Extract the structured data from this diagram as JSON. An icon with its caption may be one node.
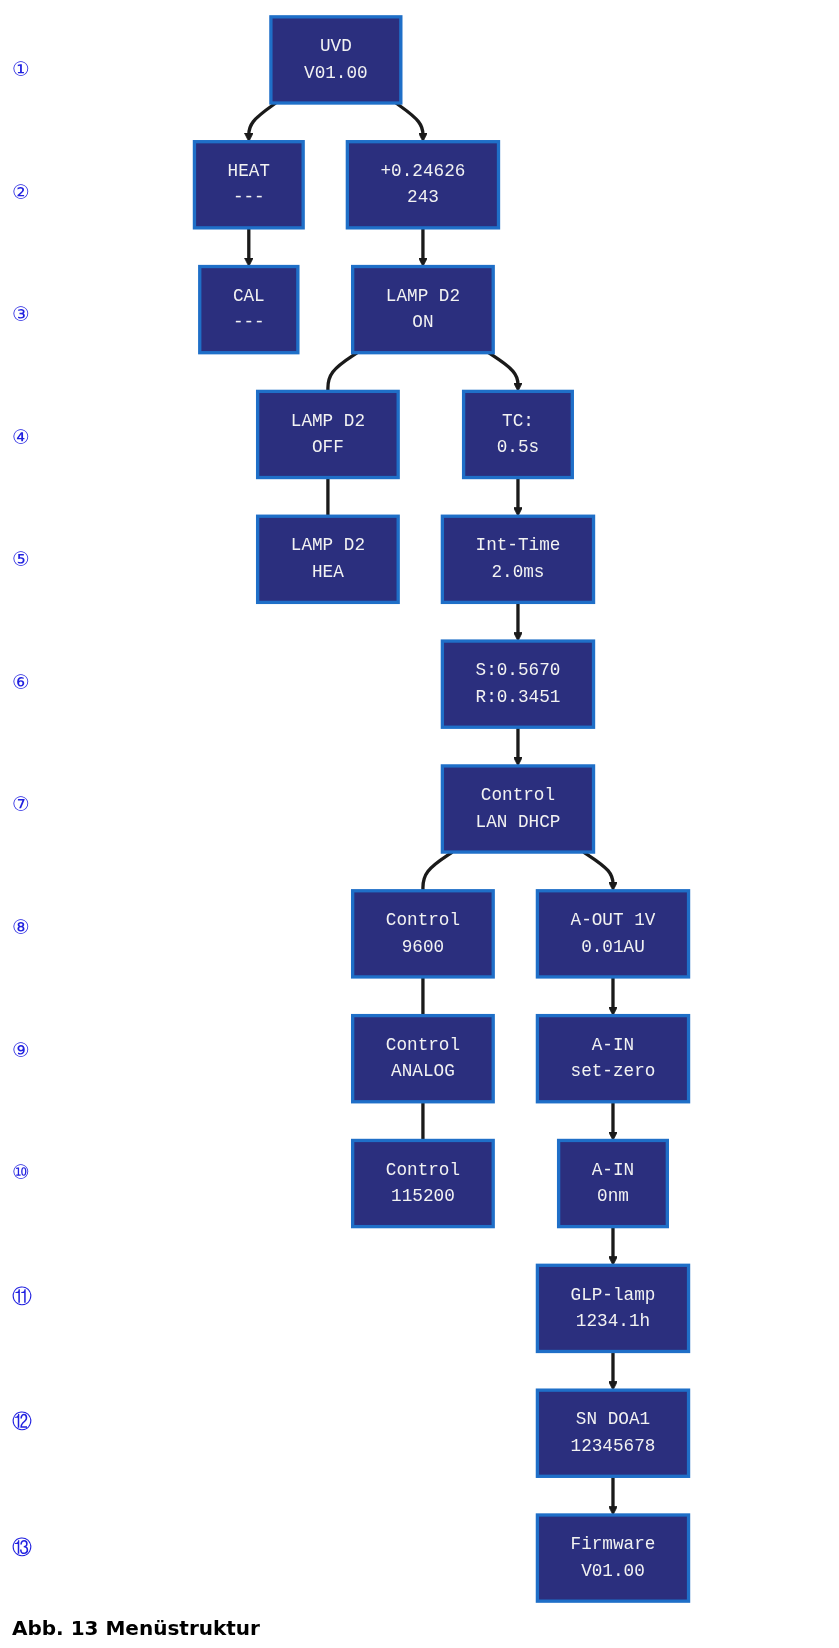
{
  "diagram": {
    "caption": "Abb. 13 Menüstruktur",
    "nodes": [
      {
        "text": [
          "UVD",
          "V01.00"
        ]
      },
      {
        "text": [
          "HEAT",
          "---"
        ]
      },
      {
        "text": [
          "CAL",
          "---"
        ]
      },
      {
        "text": [
          "+0.24626",
          "243"
        ]
      },
      {
        "text": [
          "LAMP D2",
          "ON"
        ]
      },
      {
        "text": [
          "LAMP D2",
          "OFF"
        ]
      },
      {
        "text": [
          "LAMP D2",
          "HEA"
        ]
      },
      {
        "text": [
          "TC:",
          "0.5s"
        ]
      },
      {
        "text": [
          "Int-Time",
          "2.0ms"
        ]
      },
      {
        "text": [
          "S:0.5670",
          "R:0.3451"
        ]
      },
      {
        "text": [
          "Control",
          "LAN DHCP"
        ]
      },
      {
        "text": [
          "Control",
          "9600"
        ]
      },
      {
        "text": [
          "Control",
          "ANALOG"
        ]
      },
      {
        "text": [
          "Control",
          "115200"
        ]
      },
      {
        "text": [
          "A-OUT 1V",
          "0.01AU"
        ]
      },
      {
        "text": [
          "A-IN",
          "set-zero"
        ]
      },
      {
        "text": [
          "A-IN",
          "0nm"
        ]
      },
      {
        "text": [
          "GLP-lamp",
          "1234.1h"
        ]
      },
      {
        "text": [
          "SN DOA1",
          "12345678"
        ]
      },
      {
        "text": [
          "Firmware",
          "V01.00"
        ]
      }
    ],
    "edges": [
      {
        "from": 0,
        "to": 1,
        "arrow": "to"
      },
      {
        "from": 1,
        "to": 2,
        "arrow": "to"
      },
      {
        "from": 0,
        "to": 3,
        "arrow": "to"
      },
      {
        "from": 3,
        "to": 4,
        "arrow": "to"
      },
      {
        "from": 4,
        "to": 5,
        "arrow": "none"
      },
      {
        "from": 5,
        "to": 6,
        "arrow": "none"
      },
      {
        "from": 4,
        "to": 7,
        "arrow": "to"
      },
      {
        "from": 7,
        "to": 8,
        "arrow": "to"
      },
      {
        "from": 8,
        "to": 9,
        "arrow": "to"
      },
      {
        "from": 9,
        "to": 10,
        "arrow": "to"
      },
      {
        "from": 10,
        "to": 11,
        "arrow": "none"
      },
      {
        "from": 11,
        "to": 12,
        "arrow": "none"
      },
      {
        "from": 12,
        "to": 13,
        "arrow": "none"
      },
      {
        "from": 10,
        "to": 14,
        "arrow": "to"
      },
      {
        "from": 14,
        "to": 15,
        "arrow": "to"
      },
      {
        "from": 15,
        "to": 16,
        "arrow": "to"
      },
      {
        "from": 16,
        "to": 17,
        "arrow": "to"
      },
      {
        "from": 17,
        "to": 18,
        "arrow": "to"
      },
      {
        "from": 18,
        "to": 19,
        "arrow": "to"
      }
    ],
    "labels": [
      "①",
      "②",
      "③",
      "④",
      "⑤",
      "⑥",
      "⑦",
      "⑧",
      "⑨",
      "⑩",
      "⑪",
      "⑫",
      "⑬"
    ]
  }
}
